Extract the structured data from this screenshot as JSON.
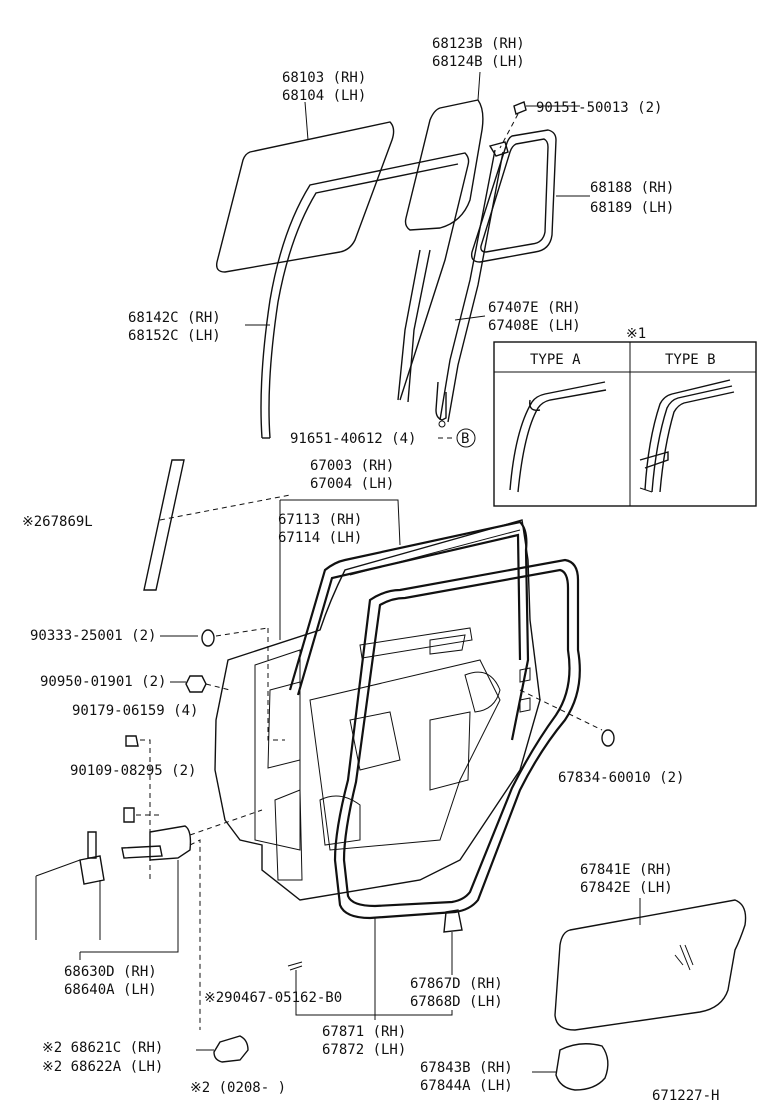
{
  "labels": {
    "p68123": "68123B (RH)",
    "p68124": "68124B (LH)",
    "p68103": "68103 (RH)",
    "p68104": "68104 (LH)",
    "p90151": "90151-50013 (2)",
    "p68188": "68188 (RH)",
    "p68189": "68189 (LH)",
    "p67407": "67407E (RH)",
    "p67408": "67408E (LH)",
    "p68142": "68142C (RH)",
    "p68152": "68152C (LH)",
    "note1": "※1",
    "typeA": "TYPE  A",
    "typeB": "TYPE  B",
    "p91651": "91651-40612 (4)",
    "circleB": "B",
    "p67003": "67003 (RH)",
    "p67004": "67004 (LH)",
    "p67869": "※267869L",
    "p67113": "67113 (RH)",
    "p67114": "67114 (LH)",
    "p90333": "90333-25001 (2)",
    "p90950": "90950-01901 (2)",
    "p90179": "90179-06159 (4)",
    "p90109": "90109-08295 (2)",
    "p67834": "67834-60010 (2)",
    "p67841": "67841E (RH)",
    "p67842": "67842E (LH)",
    "p68630": "68630D (RH)",
    "p68640": "68640A (LH)",
    "p67867": "67867D (RH)",
    "p67868": "67868D (LH)",
    "p90467": "※290467-05162-B0",
    "p67871": "67871 (RH)",
    "p67872": "67872 (LH)",
    "p68621": "※2 68621C (RH)",
    "p68622": "※2 68622A (LH)",
    "p67843": "67843B (RH)",
    "p67844": "67844A (LH)",
    "note2": "※2  (0208-      )",
    "code": "671227-H"
  }
}
